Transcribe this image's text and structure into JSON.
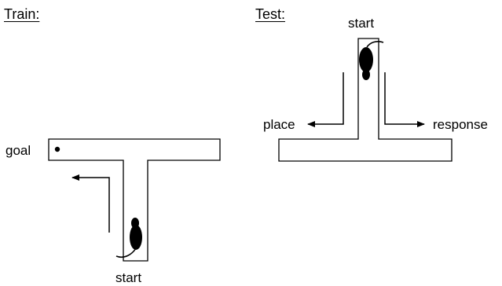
{
  "train": {
    "heading": "Train:",
    "goal_label": "goal",
    "start_label": "start"
  },
  "test": {
    "heading": "Test:",
    "start_label": "start",
    "place_label": "place",
    "response_label": "response"
  }
}
